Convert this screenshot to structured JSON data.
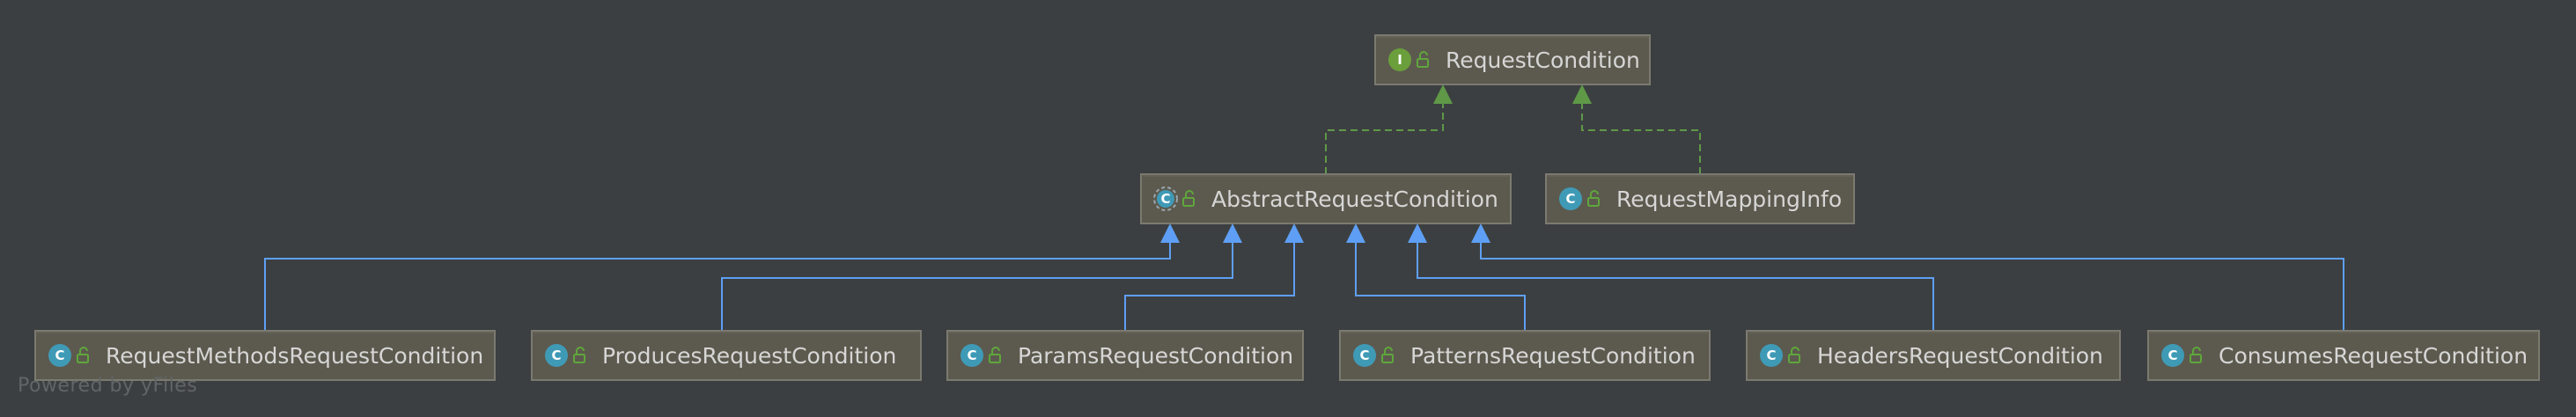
{
  "diagram": {
    "colors": {
      "background": "#3c3f41",
      "node_fill": "#5c5a4e",
      "node_border": "#7b7a70",
      "text": "#d6d6d6",
      "inherit_edge": "#5e9ff5",
      "implement_edge": "#5f9948",
      "class_badge": "#3f9ab6",
      "interface_badge": "#6a9f3c",
      "lock": "#5fa73c"
    },
    "nodes": [
      {
        "id": "request-condition",
        "label": "RequestCondition",
        "kind": "interface",
        "icon": "interface-icon"
      },
      {
        "id": "abstract-request-condition",
        "label": "AbstractRequestCondition",
        "kind": "abstract-class",
        "icon": "abstract-class-icon"
      },
      {
        "id": "request-mapping-info",
        "label": "RequestMappingInfo",
        "kind": "class",
        "icon": "class-icon"
      },
      {
        "id": "request-methods-request-condition",
        "label": "RequestMethodsRequestCondition",
        "kind": "class",
        "icon": "class-icon"
      },
      {
        "id": "produces-request-condition",
        "label": "ProducesRequestCondition",
        "kind": "class",
        "icon": "class-icon"
      },
      {
        "id": "params-request-condition",
        "label": "ParamsRequestCondition",
        "kind": "class",
        "icon": "class-icon"
      },
      {
        "id": "patterns-request-condition",
        "label": "PatternsRequestCondition",
        "kind": "class",
        "icon": "class-icon"
      },
      {
        "id": "headers-request-condition",
        "label": "HeadersRequestCondition",
        "kind": "class",
        "icon": "class-icon"
      },
      {
        "id": "consumes-request-condition",
        "label": "ConsumesRequestCondition",
        "kind": "class",
        "icon": "class-icon"
      }
    ],
    "edges": [
      {
        "from": "abstract-request-condition",
        "to": "request-condition",
        "type": "implements"
      },
      {
        "from": "request-mapping-info",
        "to": "request-condition",
        "type": "implements"
      },
      {
        "from": "request-methods-request-condition",
        "to": "abstract-request-condition",
        "type": "extends"
      },
      {
        "from": "produces-request-condition",
        "to": "abstract-request-condition",
        "type": "extends"
      },
      {
        "from": "params-request-condition",
        "to": "abstract-request-condition",
        "type": "extends"
      },
      {
        "from": "patterns-request-condition",
        "to": "abstract-request-condition",
        "type": "extends"
      },
      {
        "from": "headers-request-condition",
        "to": "abstract-request-condition",
        "type": "extends"
      },
      {
        "from": "consumes-request-condition",
        "to": "abstract-request-condition",
        "type": "extends"
      }
    ]
  },
  "watermark": "Powered by yFiles"
}
